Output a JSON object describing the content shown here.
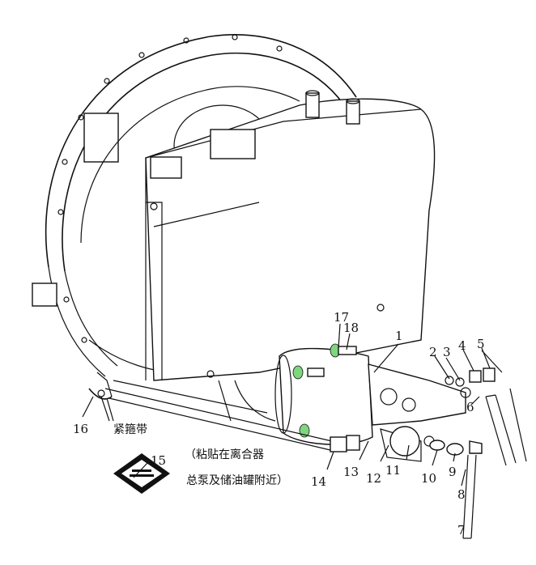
{
  "callouts": [
    {
      "id": "1",
      "text": "1"
    },
    {
      "id": "2",
      "text": "2"
    },
    {
      "id": "3",
      "text": "3"
    },
    {
      "id": "4",
      "text": "4"
    },
    {
      "id": "5",
      "text": "5"
    },
    {
      "id": "6",
      "text": "6"
    },
    {
      "id": "7",
      "text": "7"
    },
    {
      "id": "8",
      "text": "8"
    },
    {
      "id": "9",
      "text": "9"
    },
    {
      "id": "10",
      "text": "10"
    },
    {
      "id": "11",
      "text": "11"
    },
    {
      "id": "12",
      "text": "12"
    },
    {
      "id": "13",
      "text": "13"
    },
    {
      "id": "14",
      "text": "14"
    },
    {
      "id": "15",
      "text": "15"
    },
    {
      "id": "16",
      "text": "16"
    },
    {
      "id": "17",
      "text": "17"
    },
    {
      "id": "18",
      "text": "18"
    }
  ],
  "notes": {
    "strap_label": "紧箍带",
    "sticker_line1": "（粘贴在离合器",
    "sticker_line2": "总泵及储油罐附近）"
  },
  "colors": {
    "line": "#111111",
    "highlight": "#7fd67f",
    "background": "#ffffff"
  }
}
